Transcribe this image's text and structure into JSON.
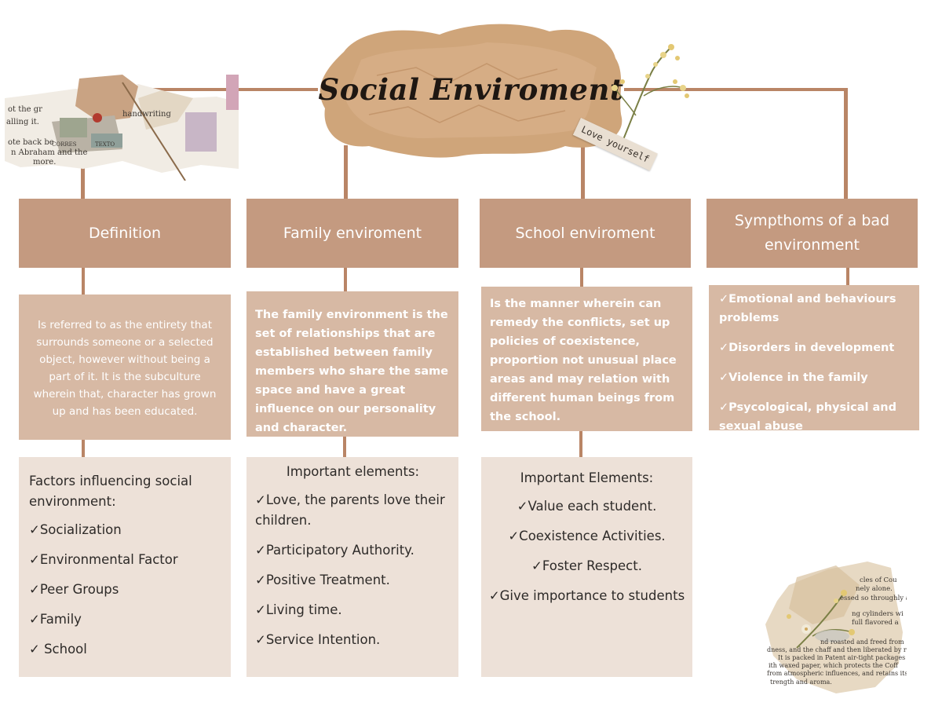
{
  "title": "Social Enviroment",
  "tag_text": "Love yourself",
  "colors": {
    "connector": "#b98566",
    "header": "#c49a80",
    "description": "#d7b9a4",
    "elements": "#ede1d8"
  },
  "collage_left_text": [
    "ot the gr",
    "alling it.",
    "ote back be",
    "n Abraham and the",
    "more.",
    "handwriting",
    "CORRES",
    "TEXTO"
  ],
  "collage_right_text": [
    "cles of Cou",
    "nely alone.",
    "essed so throughly as",
    "ng cylinders wi",
    "full flavored a",
    "nd roasted and freed from",
    "dness, and the chaff and then liberated by roasting.",
    "It is packed in Patent air-tight packages lin",
    "ith waxed paper, which protects the Coff",
    "from atmospheric influences, and retains its",
    "trength and aroma."
  ],
  "columns": [
    {
      "header": "Definition",
      "description": "Is referred to as the entirety that surrounds someone or a selected object, however without being a part of it. It is the subculture wherein that, character has grown up and has been educated.",
      "elements": [
        "Factors influencing social environment:",
        "✓Socialization",
        "✓Environmental Factor",
        "✓Peer Groups",
        "✓Family",
        "✓ School"
      ]
    },
    {
      "header": "Family enviroment",
      "description": "The family environment is the set of relationships that are established between family members who share the same space and have a great influence on our personality and character.",
      "elements": [
        "Important elements:",
        "✓Love, the parents love their children.",
        "✓Participatory Authority.",
        "✓Positive Treatment.",
        "✓Living time.",
        "✓Service Intention."
      ]
    },
    {
      "header": "School enviroment",
      "description": "Is the manner wherein can remedy the conflicts, set up policies of coexistence, proportion not unusual place areas and may relation with different human beings from the school.",
      "elements": [
        "Important Elements:",
        "✓Value each student.",
        "✓Coexistence Activities.",
        "✓Foster Respect.",
        "✓Give importance to students"
      ]
    },
    {
      "header": "Sympthoms of a bad environment",
      "description_items": [
        "✓Emotional and behaviours problems",
        "✓Disorders in development",
        "✓Violence in the family",
        "✓Psycological, physical and sexual abuse"
      ]
    }
  ]
}
